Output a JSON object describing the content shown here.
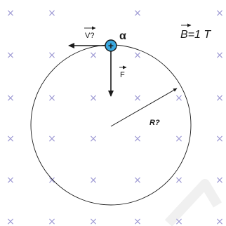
{
  "labels": {
    "particle_name": "α",
    "particle_charge_sign": "+",
    "velocity": "V?",
    "force": "F",
    "radius": "R?",
    "field_symbol": "B",
    "field_value": "=1 T"
  },
  "field": {
    "cross_glyph": "×",
    "rows": 6,
    "cols": 6
  },
  "colors": {
    "cross": "#9e9ad4",
    "line": "#1a1a1a",
    "particle_fill": "#3aa8e0",
    "particle_stroke": "#1a1a1a",
    "watermark": "#f0f0f0"
  }
}
